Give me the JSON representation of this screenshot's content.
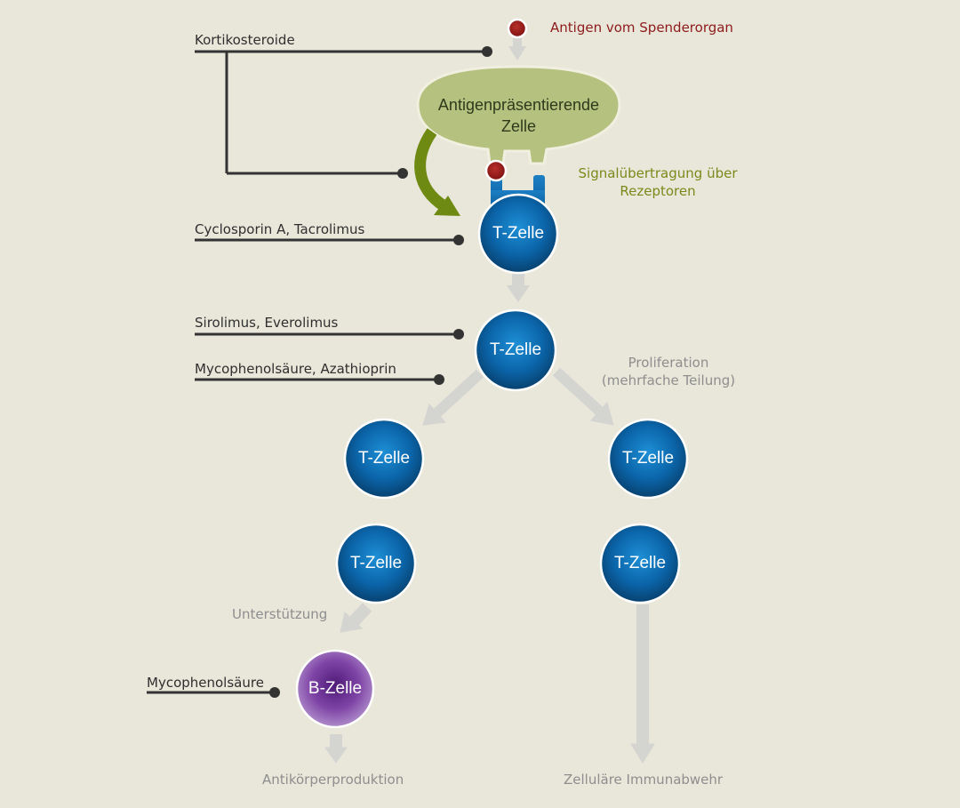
{
  "antigen_label": "Antigen vom Spenderorgan",
  "apc_label_line1": "Antigenpräsentierende",
  "apc_label_line2": "Zelle",
  "signal_label_line1": "Signalübertragung über",
  "signal_label_line2": "Rezeptoren",
  "drugs": {
    "corticosteroids": "Kortikosteroide",
    "calcineurin": "Cyclosporin A, Tacrolimus",
    "mtor": "Sirolimus, Everolimus",
    "antimetabolites": "Mycophenolsäure, Azathioprin",
    "mycophenolic_b": "Mycophenolsäure"
  },
  "proliferation_line1": "Proliferation",
  "proliferation_line2": "(mehrfache Teilung)",
  "support_label": "Unterstützung",
  "antibody_label": "Antikörperproduktion",
  "cellular_label": "Zelluläre Immunabwehr",
  "t_cell_label": "T-Zelle",
  "b_cell_label": "B-Zelle",
  "colors": {
    "background": "#e9e6da",
    "t_cell": "#0a5e9e",
    "b_cell": "#7a3d9c",
    "apc": "#b5c17e",
    "antigen": "#9a1c1c",
    "signal_arrow": "#6f8a12",
    "flow_arrow": "#d3d3d1",
    "drug_line": "#333333"
  }
}
